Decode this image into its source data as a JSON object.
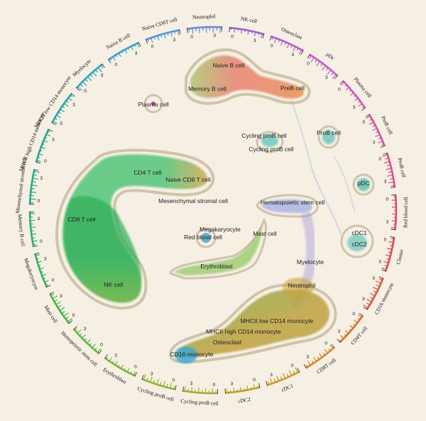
{
  "clusters": [
    {
      "name": "Naive B cell",
      "color": "#e87a6a"
    },
    {
      "name": "Memory B cell",
      "color": "#a8c56a"
    },
    {
      "name": "PreB cell",
      "color": "#e88a4c"
    },
    {
      "name": "Plasma cell",
      "color": "#c94a9c"
    },
    {
      "name": "Cycling proB cell",
      "color": "#59c1b8"
    },
    {
      "name": "ProB cell",
      "color": "#59c1b8"
    },
    {
      "name": "Cycling proB cell",
      "color": "#b79ed8"
    },
    {
      "name": "CD4 T cell",
      "color": "#3ebf6a"
    },
    {
      "name": "Naive CD8 T cell",
      "color": "#c8a040"
    },
    {
      "name": "CD8 T cell",
      "color": "#2fae55"
    },
    {
      "name": "NK cell",
      "color": "#7fb440"
    },
    {
      "name": "Mesenchymal stromal cell",
      "color": "#8aa0e0"
    },
    {
      "name": "Hematopoietic stem cell",
      "color": "#7b8fe0"
    },
    {
      "name": "pDC",
      "color": "#41b7ad"
    },
    {
      "name": "Megakaryocyte",
      "color": "#b7a6d9"
    },
    {
      "name": "Mast cell",
      "color": "#9dbf6a"
    },
    {
      "name": "Red blood cell",
      "color": "#3aa9c9"
    },
    {
      "name": "Erythroblast",
      "color": "#7ec04a"
    },
    {
      "name": "cDC1",
      "color": "#5fc2b7"
    },
    {
      "name": "cDC2",
      "color": "#5fc2b7"
    },
    {
      "name": "Myelocyte",
      "color": "#a79ce0"
    },
    {
      "name": "Neutrophil",
      "color": "#c9a43a"
    },
    {
      "name": "MHCII low CD14 monocyte",
      "color": "#c0a23e"
    },
    {
      "name": "MHCII high CD14 monocyte",
      "color": "#b8a146"
    },
    {
      "name": "Osteoclast",
      "color": "#9aa84a"
    },
    {
      "name": "CD16 monocyte",
      "color": "#35a9d6"
    }
  ],
  "ring_segments": [
    {
      "label": "NK cell",
      "color": "#9b62d0",
      "tick_min": "0",
      "tick_max": "3"
    },
    {
      "label": "Osteoclast",
      "color": "#b15fcf",
      "tick_min": "0",
      "tick_max": "3"
    },
    {
      "label": "pDc",
      "color": "#c45bc7",
      "tick_min": "0",
      "tick_max": "3"
    },
    {
      "label": "Plasma cell",
      "color": "#d354b6",
      "tick_min": "0",
      "tick_max": "3"
    },
    {
      "label": "PreB cell",
      "color": "#d6509f",
      "tick_min": "0",
      "tick_max": "3"
    },
    {
      "label": "ProB cell",
      "color": "#d84e88",
      "tick_min": "0",
      "tick_max": "3"
    },
    {
      "label": "Red blood cell",
      "color": "#d9496f",
      "tick_min": "0",
      "tick_max": "3"
    },
    {
      "label": "Cluster",
      "color": "#d94a56",
      "tick_min": "0",
      "tick_max": "3"
    },
    {
      "label": "CD16 monocyte",
      "color": "#d9573c",
      "tick_min": "0",
      "tick_max": "3"
    },
    {
      "label": "CD4T cell",
      "color": "#d9712f",
      "tick_min": "0",
      "tick_max": "3"
    },
    {
      "label": "CD8T cell",
      "color": "#d28a28",
      "tick_min": "0",
      "tick_max": "3"
    },
    {
      "label": "cDC1",
      "color": "#c79a27",
      "tick_min": "0",
      "tick_max": "3"
    },
    {
      "label": "cDC2",
      "color": "#b9a42a",
      "tick_min": "0",
      "tick_max": "3"
    },
    {
      "label": "Cycling proB cell",
      "color": "#a6ad2e",
      "tick_min": "0",
      "tick_max": "3"
    },
    {
      "label": "Cycling proB cell",
      "color": "#8fb233",
      "tick_min": "0",
      "tick_max": "3"
    },
    {
      "label": "Erythroblast",
      "color": "#76b63a",
      "tick_min": "0",
      "tick_max": "3"
    },
    {
      "label": "Hemopoietic stem cell",
      "color": "#5db844",
      "tick_min": "0",
      "tick_max": "3"
    },
    {
      "label": "Mast cell",
      "color": "#45b54f",
      "tick_min": "0",
      "tick_max": "3"
    },
    {
      "label": "Megakaryocyte",
      "color": "#35b160",
      "tick_min": "0",
      "tick_max": "3"
    },
    {
      "label": "Memory B cell",
      "color": "#2aae74",
      "tick_min": "0",
      "tick_max": "3"
    },
    {
      "label": "Mesenchymal stromal cell",
      "color": "#25ab88",
      "tick_min": "0",
      "tick_max": "3"
    },
    {
      "label": "MHCII high CD14 monocyte",
      "color": "#25a89b",
      "tick_min": "0",
      "tick_max": "3"
    },
    {
      "label": "MHCII low CD14 monocyte",
      "color": "#27a5ad",
      "tick_min": "0",
      "tick_max": "3"
    },
    {
      "label": "Myelocyte",
      "color": "#2ea2bf",
      "tick_min": "0",
      "tick_max": "3"
    },
    {
      "label": "Naive B cell",
      "color": "#3a9ecf",
      "tick_min": "0",
      "tick_max": "3"
    },
    {
      "label": "Naive CD8T cell",
      "color": "#4f96db",
      "tick_min": "0",
      "tick_max": "3"
    },
    {
      "label": "Neutrophil",
      "color": "#6a86da",
      "tick_min": "0",
      "tick_max": "3"
    }
  ]
}
